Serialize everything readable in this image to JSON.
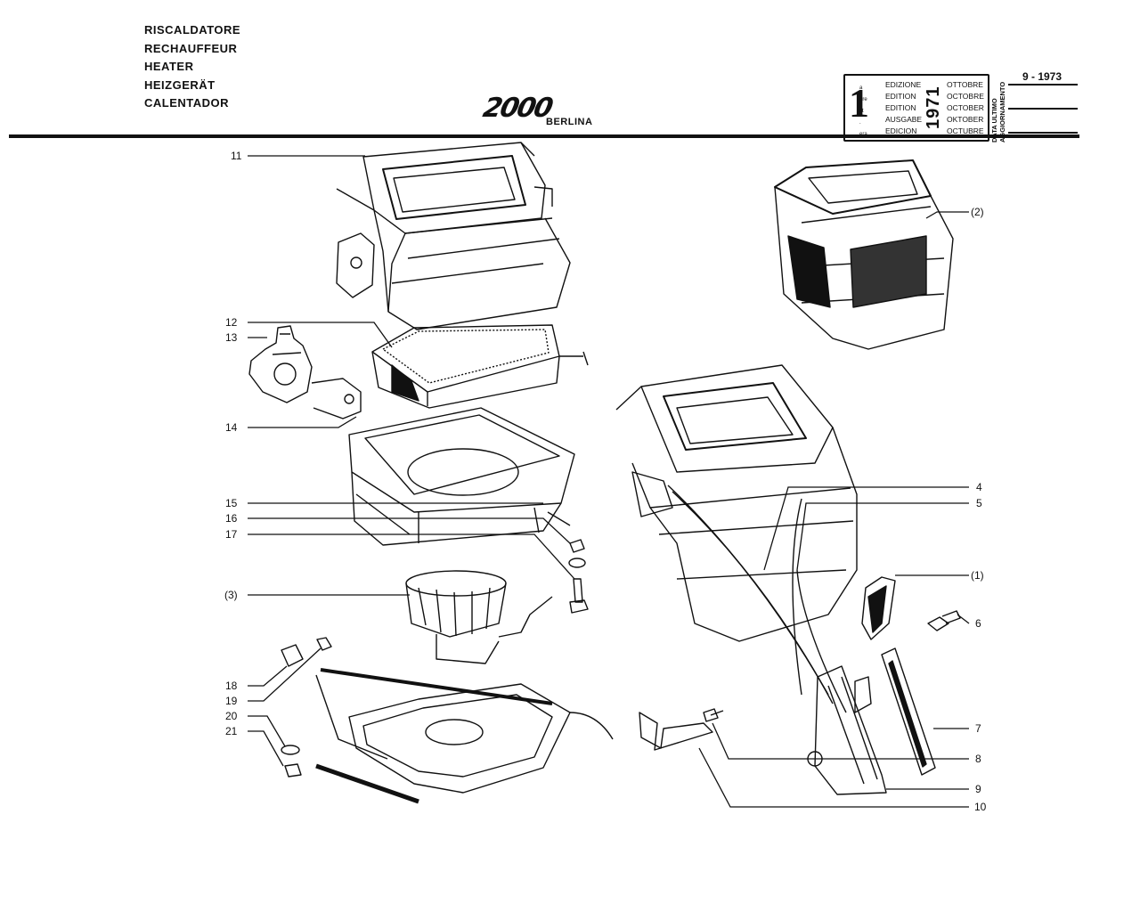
{
  "header": {
    "titles": [
      "RISCALDATORE",
      "RECHAUFFEUR",
      "HEATER",
      "HEIZGERÄT",
      "CALENTADOR"
    ],
    "model": "2000",
    "variant": "BERLINA"
  },
  "edition_box": {
    "number": "1",
    "suffixes": [
      "a",
      "ère",
      "st",
      ".",
      "era"
    ],
    "labels": [
      "EDIZIONE",
      "EDITION",
      "EDITION",
      "AUSGABE",
      "EDICION"
    ],
    "year": "1971",
    "months": [
      "OTTOBRE",
      "OCTOBRE",
      "OCTOBER",
      "OKTOBER",
      "OCTUBRE"
    ],
    "update_label": [
      "DATA ULTIMO",
      "AGGIORNAMENTO"
    ],
    "update_value": "9 - 1973"
  },
  "callouts": {
    "c11": "11",
    "c12": "12",
    "c13": "13",
    "c14": "14",
    "c15": "15",
    "c16": "16",
    "c17": "17",
    "c3": "(3)",
    "c18": "18",
    "c19": "19",
    "c20": "20",
    "c21": "21",
    "c2": "(2)",
    "c4": "4",
    "c5": "5",
    "c1": "(1)",
    "c6": "6",
    "c7": "7",
    "c8": "8",
    "c9": "9",
    "c10": "10"
  },
  "colors": {
    "ink": "#111111",
    "paper": "#ffffff"
  }
}
